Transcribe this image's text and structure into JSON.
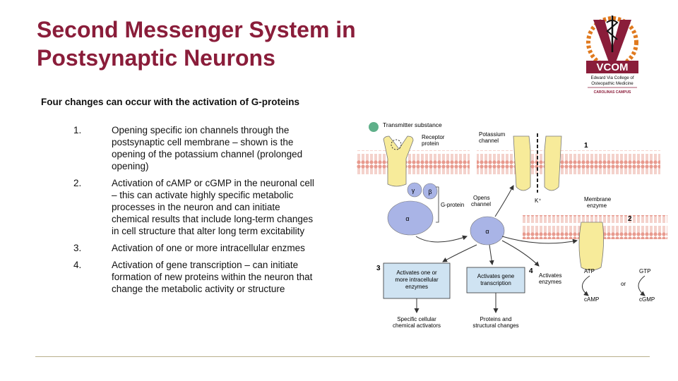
{
  "slide": {
    "title_line1": "Second Messenger System in",
    "title_line2": "Postsynaptic Neurons",
    "intro": "Four changes can occur with the activation of G-proteins",
    "items": [
      {
        "num": "1.",
        "text": "Opening specific ion channels through the postsynaptic cell membrane – shown is the opening of the potassium channel (prolonged opening)"
      },
      {
        "num": "2.",
        "text": "Activation of cAMP or cGMP in the neuronal cell – this can activate highly specific metabolic processes in the neuron and can initiate chemical results that include long-term changes in cell structure that alter long term excitability"
      },
      {
        "num": "3.",
        "text": "Activation of one or more intracellular enzmes"
      },
      {
        "num": "4.",
        "text": "Activation of gene transcription – can initiate formation of new proteins within the neuron that change the metabolic activity or structure"
      }
    ]
  },
  "logo": {
    "name": "VCOM",
    "line1": "Edward Via College of",
    "line2": "Osteopathic Medicine",
    "campus": "CAROLINAS CAMPUS",
    "color_maroon": "#8a1d3a",
    "color_orange": "#e07a1f"
  },
  "diagram": {
    "transmitter": "Transmitter substance",
    "receptor1": "Receptor",
    "receptor2": "protein",
    "potassium1": "Potassium",
    "potassium2": "channel",
    "n1": "1",
    "n2": "2",
    "n3": "3",
    "n4": "4",
    "gprotein": "G-protein",
    "gamma": "γ",
    "beta": "β",
    "alpha": "α",
    "opens1": "Opens",
    "opens2": "channel",
    "kplus": "K⁺",
    "membrane1": "Membrane",
    "membrane2": "enzyme",
    "box1_l1": "Activates one or",
    "box1_l2": "more intracellular",
    "box1_l3": "enzymes",
    "box2_l1": "Activates gene",
    "box2_l2": "transcription",
    "act1": "Activates",
    "act2": "enzymes",
    "atp": "ATP",
    "gtp": "GTP",
    "or": "or",
    "camp": "cAMP",
    "cgmp": "cGMP",
    "spec1": "Specific cellular",
    "spec2": "chemical activators",
    "prot1": "Proteins and",
    "prot2": "structural changes",
    "color_protein": "#f7eb9a",
    "color_gprotein": "#a9b4e6",
    "color_box": "#cfe3f2",
    "color_membrane": "#e89a8e"
  }
}
